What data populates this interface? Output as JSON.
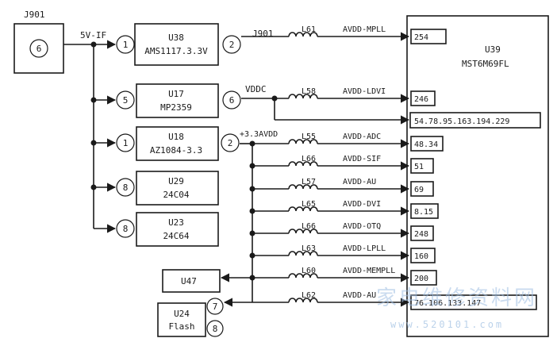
{
  "connector": {
    "ref": "J901",
    "pin": "6"
  },
  "rail_5v": "5V-IF",
  "regulators": [
    {
      "ref": "U38",
      "part": "AMS1117.3.3V",
      "in_pin": "1",
      "out_pin": "2"
    },
    {
      "ref": "U17",
      "part": "MP2359",
      "in_pin": "5",
      "out_pin": "6"
    },
    {
      "ref": "U18",
      "part": "AZ1084-3.3",
      "in_pin": "1",
      "out_pin": "2"
    },
    {
      "ref": "U29",
      "part": "24C04",
      "in_pin": "8"
    },
    {
      "ref": "U23",
      "part": "24C64",
      "in_pin": "8"
    }
  ],
  "nets": {
    "j901_out": "J901",
    "vddc": "VDDC",
    "v33avdd": "+3.3AVDD"
  },
  "chip": {
    "ref": "U39",
    "part": "MST6M69FL"
  },
  "inductors": [
    {
      "ref": "L61",
      "net": "AVDD-MPLL",
      "pin": "254"
    },
    {
      "ref": "L58",
      "net": "AVDD-LDVI",
      "pin": "246"
    },
    {
      "ref": "L55",
      "net": "AVDD-ADC",
      "pin": "48.34"
    },
    {
      "ref": "L66",
      "net": "AVDD-SIF",
      "pin": "51"
    },
    {
      "ref": "L57",
      "net": "AVDD-AU",
      "pin": "69"
    },
    {
      "ref": "L65",
      "net": "AVDD-DVI",
      "pin": "8.15"
    },
    {
      "ref": "L66",
      "net": "AVDD-OTQ",
      "pin": "248"
    },
    {
      "ref": "L63",
      "net": "AVDD-LPLL",
      "pin": "160"
    },
    {
      "ref": "L60",
      "net": "AVDD-MEMPLL",
      "pin": "200"
    },
    {
      "ref": "L62",
      "net": "AVDD-AU",
      "pin": "76.106.133.147"
    }
  ],
  "vddc_pins": "54.78.95.163.194.229",
  "u47": {
    "ref": "U47"
  },
  "u24": {
    "ref": "U24",
    "part": "Flash",
    "pins": [
      "7",
      "8"
    ]
  },
  "watermark": {
    "cn": "家电维修资料网",
    "url": "www.520101.com"
  }
}
